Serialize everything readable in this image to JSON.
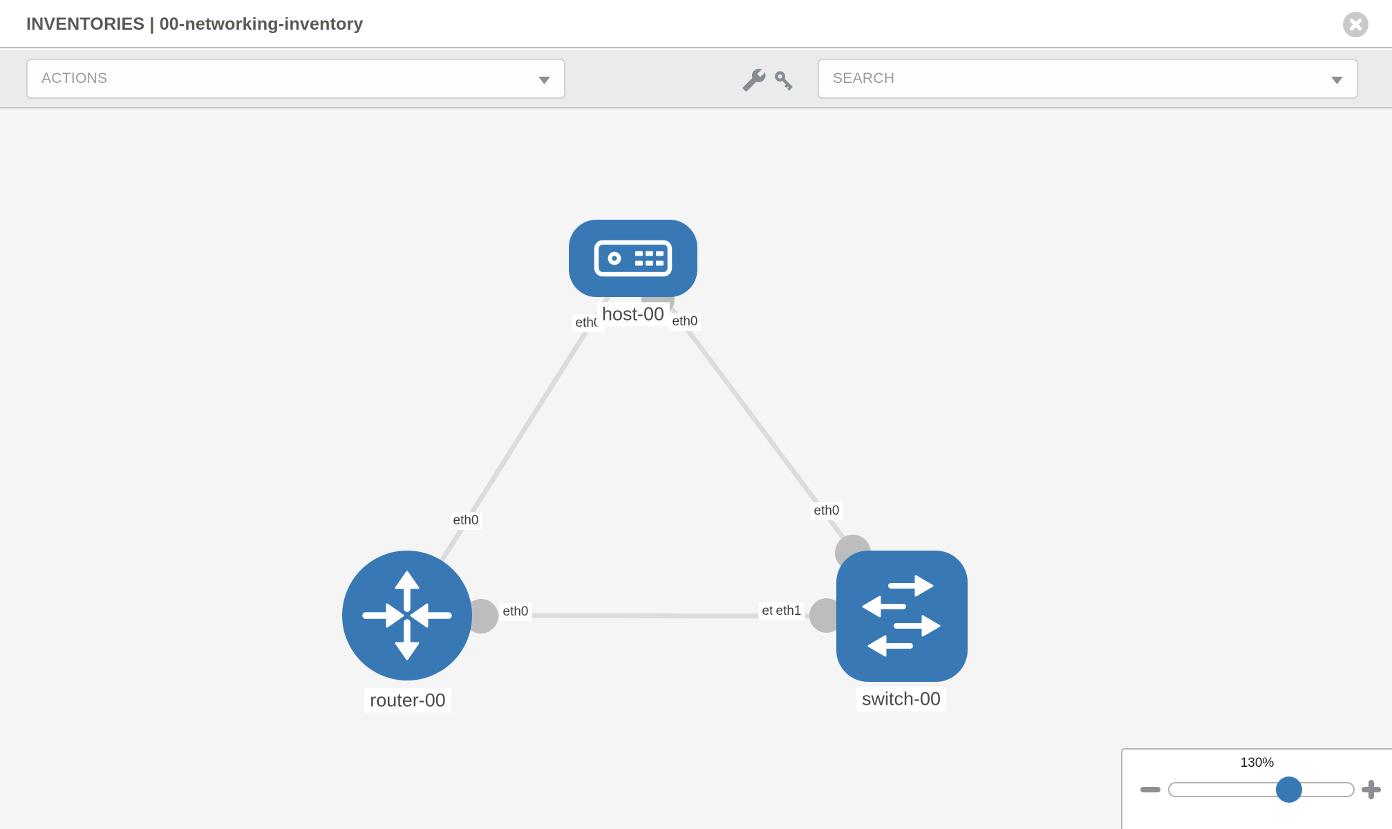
{
  "header": {
    "title": "INVENTORIES | 00-networking-inventory"
  },
  "toolbar": {
    "actions_label": "ACTIONS",
    "search_label": "SEARCH"
  },
  "topology": {
    "nodes": [
      {
        "label": "host-00",
        "type": "host"
      },
      {
        "label": "router-00",
        "type": "router"
      },
      {
        "label": "switch-00",
        "type": "switch"
      }
    ],
    "links": [
      {
        "from": "host-00",
        "to": "router-00",
        "from_iface": "eth0",
        "to_iface": "eth0"
      },
      {
        "from": "host-00",
        "to": "switch-00",
        "from_iface": "eth0",
        "to_iface": "eth0"
      },
      {
        "from": "router-00",
        "to": "switch-00",
        "from_iface": "eth0",
        "to_iface": "eth1"
      }
    ],
    "iface_chips": [
      "eth0",
      "eth0",
      "eth0",
      "eth0",
      "eth0",
      "eth0",
      "eth1"
    ]
  },
  "zoom_control": {
    "level": "130%"
  },
  "icons": {
    "close": "close-circle",
    "wrench": "wrench",
    "key": "key",
    "caret": "chevron-down",
    "zoom_out": "minus",
    "zoom_in": "plus",
    "host": "server",
    "router": "router-arrows",
    "switch": "switch-arrows"
  },
  "colors": {
    "node_blue": "#3879b5",
    "link_gray": "#dcdcdc",
    "connector_gray": "#bdbdbd",
    "canvas_bg": "#f5f5f5",
    "toolbar_bg": "#ebebeb",
    "slider_thumb": "#3879b5"
  }
}
